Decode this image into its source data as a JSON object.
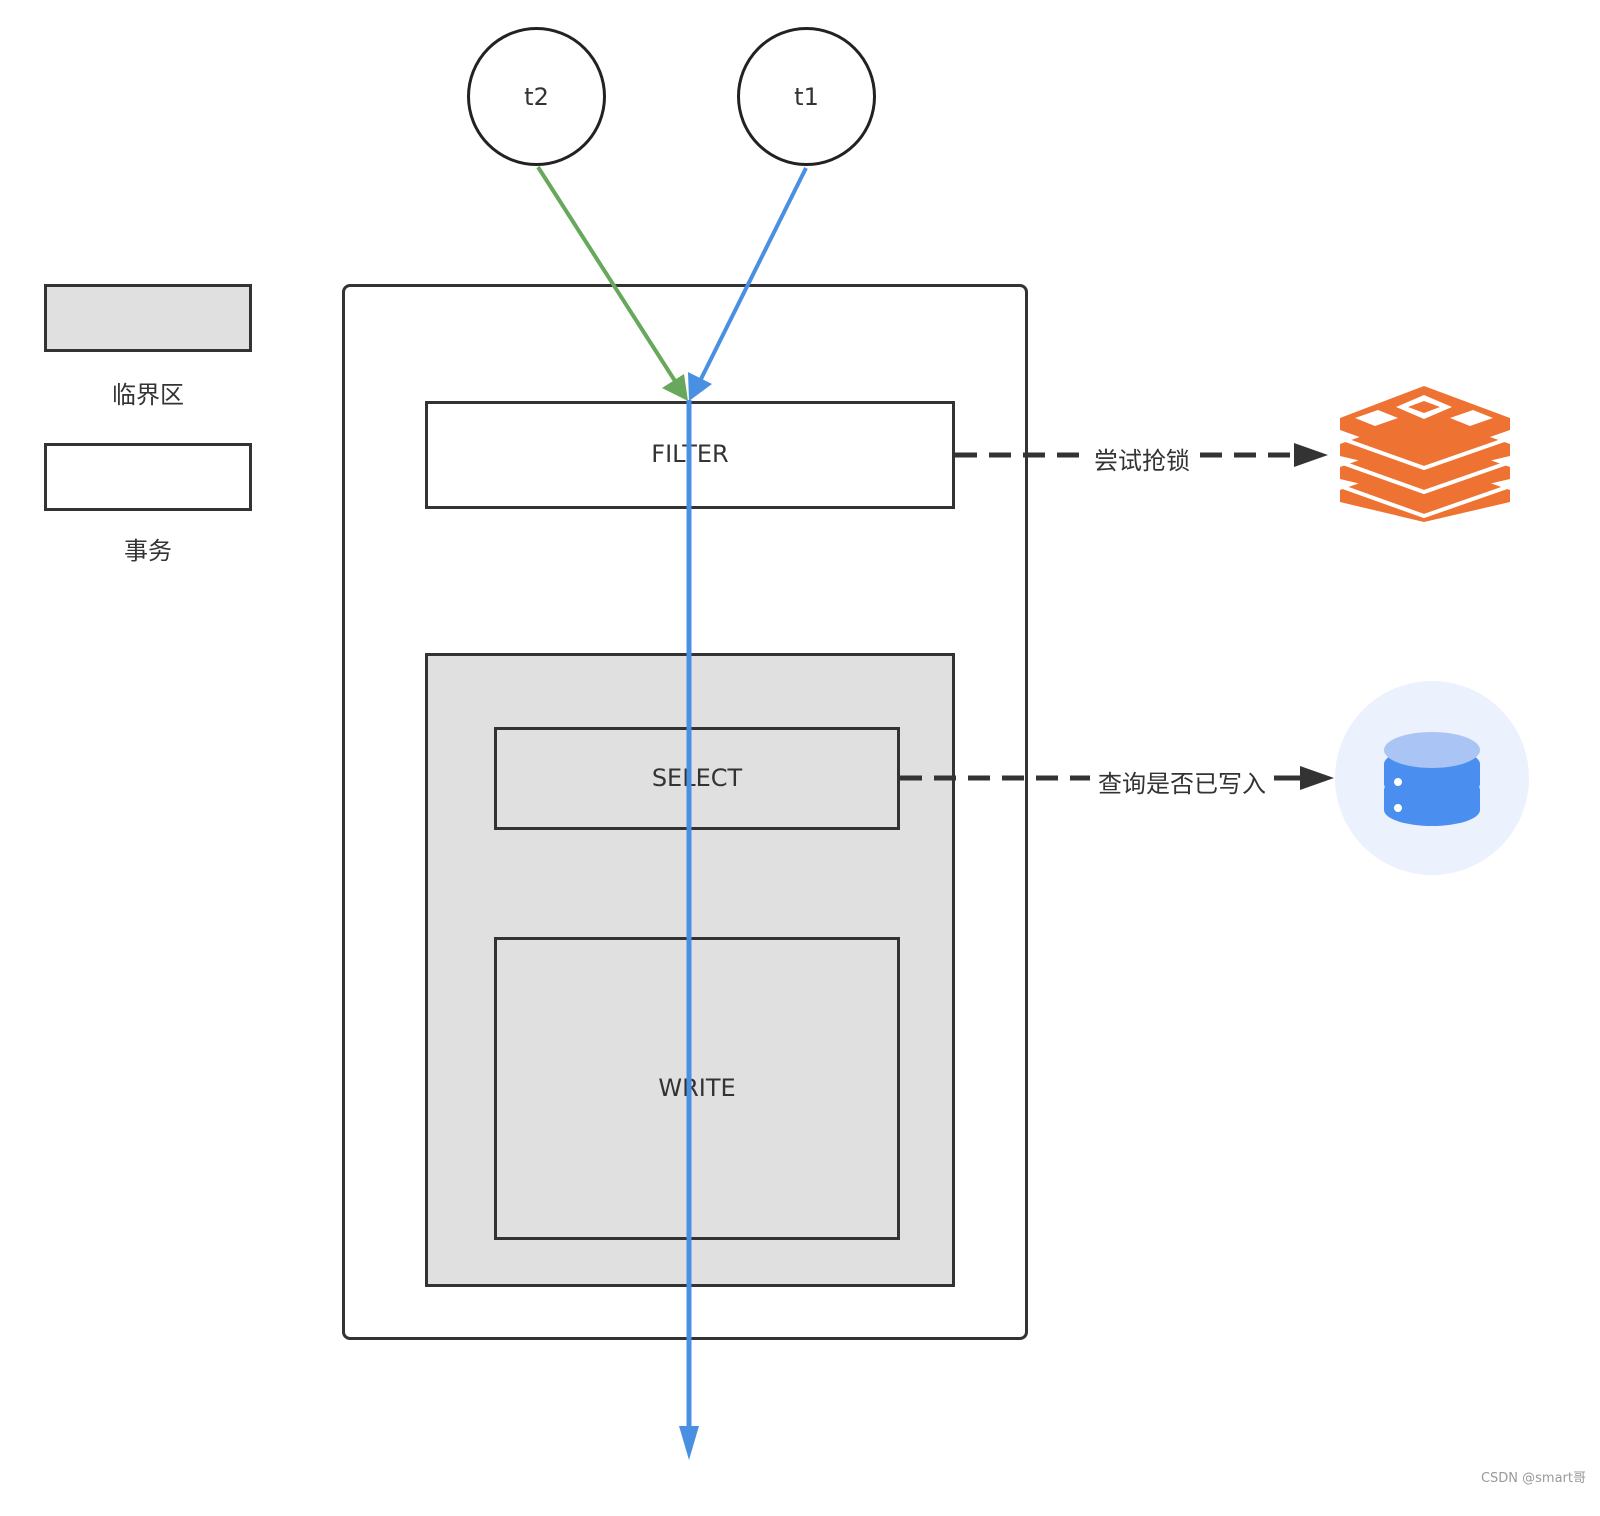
{
  "legend": {
    "critical_section_label": "临界区",
    "transaction_label": "事务",
    "critical_section_fill": "#e0e0e0",
    "transaction_fill": "#ffffff"
  },
  "threads": [
    {
      "id": "t2",
      "label": "t2",
      "arrow_color": "#67a85c"
    },
    {
      "id": "t1",
      "label": "t1",
      "arrow_color": "#4a90e2"
    }
  ],
  "steps": {
    "filter": "FILTER",
    "select": "SELECT",
    "write": "WRITE"
  },
  "connections": {
    "filter_to_redis": "尝试抢锁",
    "select_to_db": "查询是否已写入"
  },
  "icons": {
    "redis": "redis-icon",
    "database": "database-icon"
  },
  "colors": {
    "redis": "#ee7232",
    "database": "#4a8ef0",
    "database_light": "#a9c4f5",
    "database_bg": "#ebf2fd",
    "stroke": "#333333"
  },
  "watermark": "CSDN @smart哥"
}
